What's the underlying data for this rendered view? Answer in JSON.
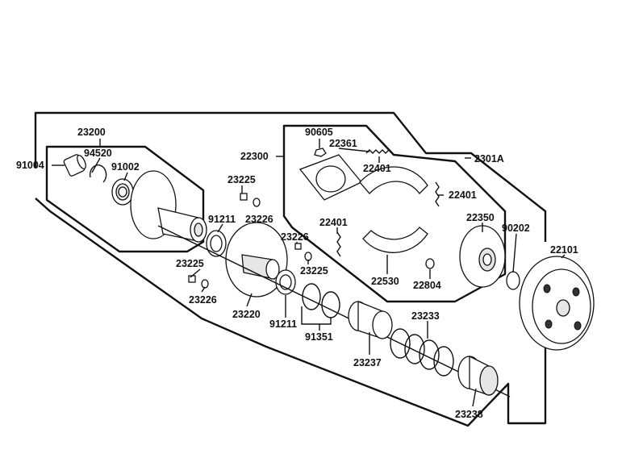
{
  "diagram": {
    "callouts": {
      "p23200": "23200",
      "p91004": "91004",
      "p94520": "94520",
      "p91002": "91002",
      "p23225a": "23225",
      "p23226a": "23226",
      "p91211a": "91211",
      "p23225b": "23225",
      "p23226b": "23226",
      "p23220": "23220",
      "p23226c": "23226",
      "p23225c": "23225",
      "p91211b": "91211",
      "p91351": "91351",
      "p22300": "22300",
      "p90605": "90605",
      "p22361": "22361",
      "p22401a": "22401",
      "p22401b": "22401",
      "p22401c": "22401",
      "p22530": "22530",
      "p22804": "22804",
      "p22350": "22350",
      "p2301A": "2301A",
      "p90202": "90202",
      "p22101": "22101",
      "p23233": "23233",
      "p23237": "23237",
      "p23238": "23238"
    }
  }
}
